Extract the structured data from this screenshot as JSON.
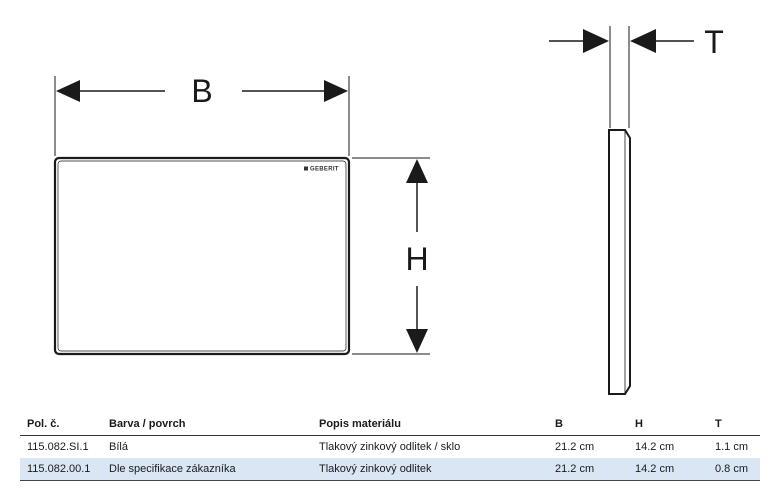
{
  "dimensions": {
    "width_label": "B",
    "height_label": "H",
    "thickness_label": "T"
  },
  "logo": {
    "text": "GEBERIT"
  },
  "table": {
    "headers": [
      "Pol. č.",
      "Barva / povrch",
      "Popis materiálu",
      "B",
      "H",
      "T"
    ],
    "rows": [
      [
        "115.082.SI.1",
        "Bílá",
        "Tlakový zinkový odlitek / sklo",
        "21.2 cm",
        "14.2 cm",
        "1.1 cm"
      ],
      [
        "115.082.00.1",
        "Dle specifikace zákazníka",
        "Tlakový zinkový odlitek",
        "21.2 cm",
        "14.2 cm",
        "0.8 cm"
      ]
    ]
  },
  "colors": {
    "line": "#1a1a1a",
    "highlight_row": "#dbe6f5"
  }
}
